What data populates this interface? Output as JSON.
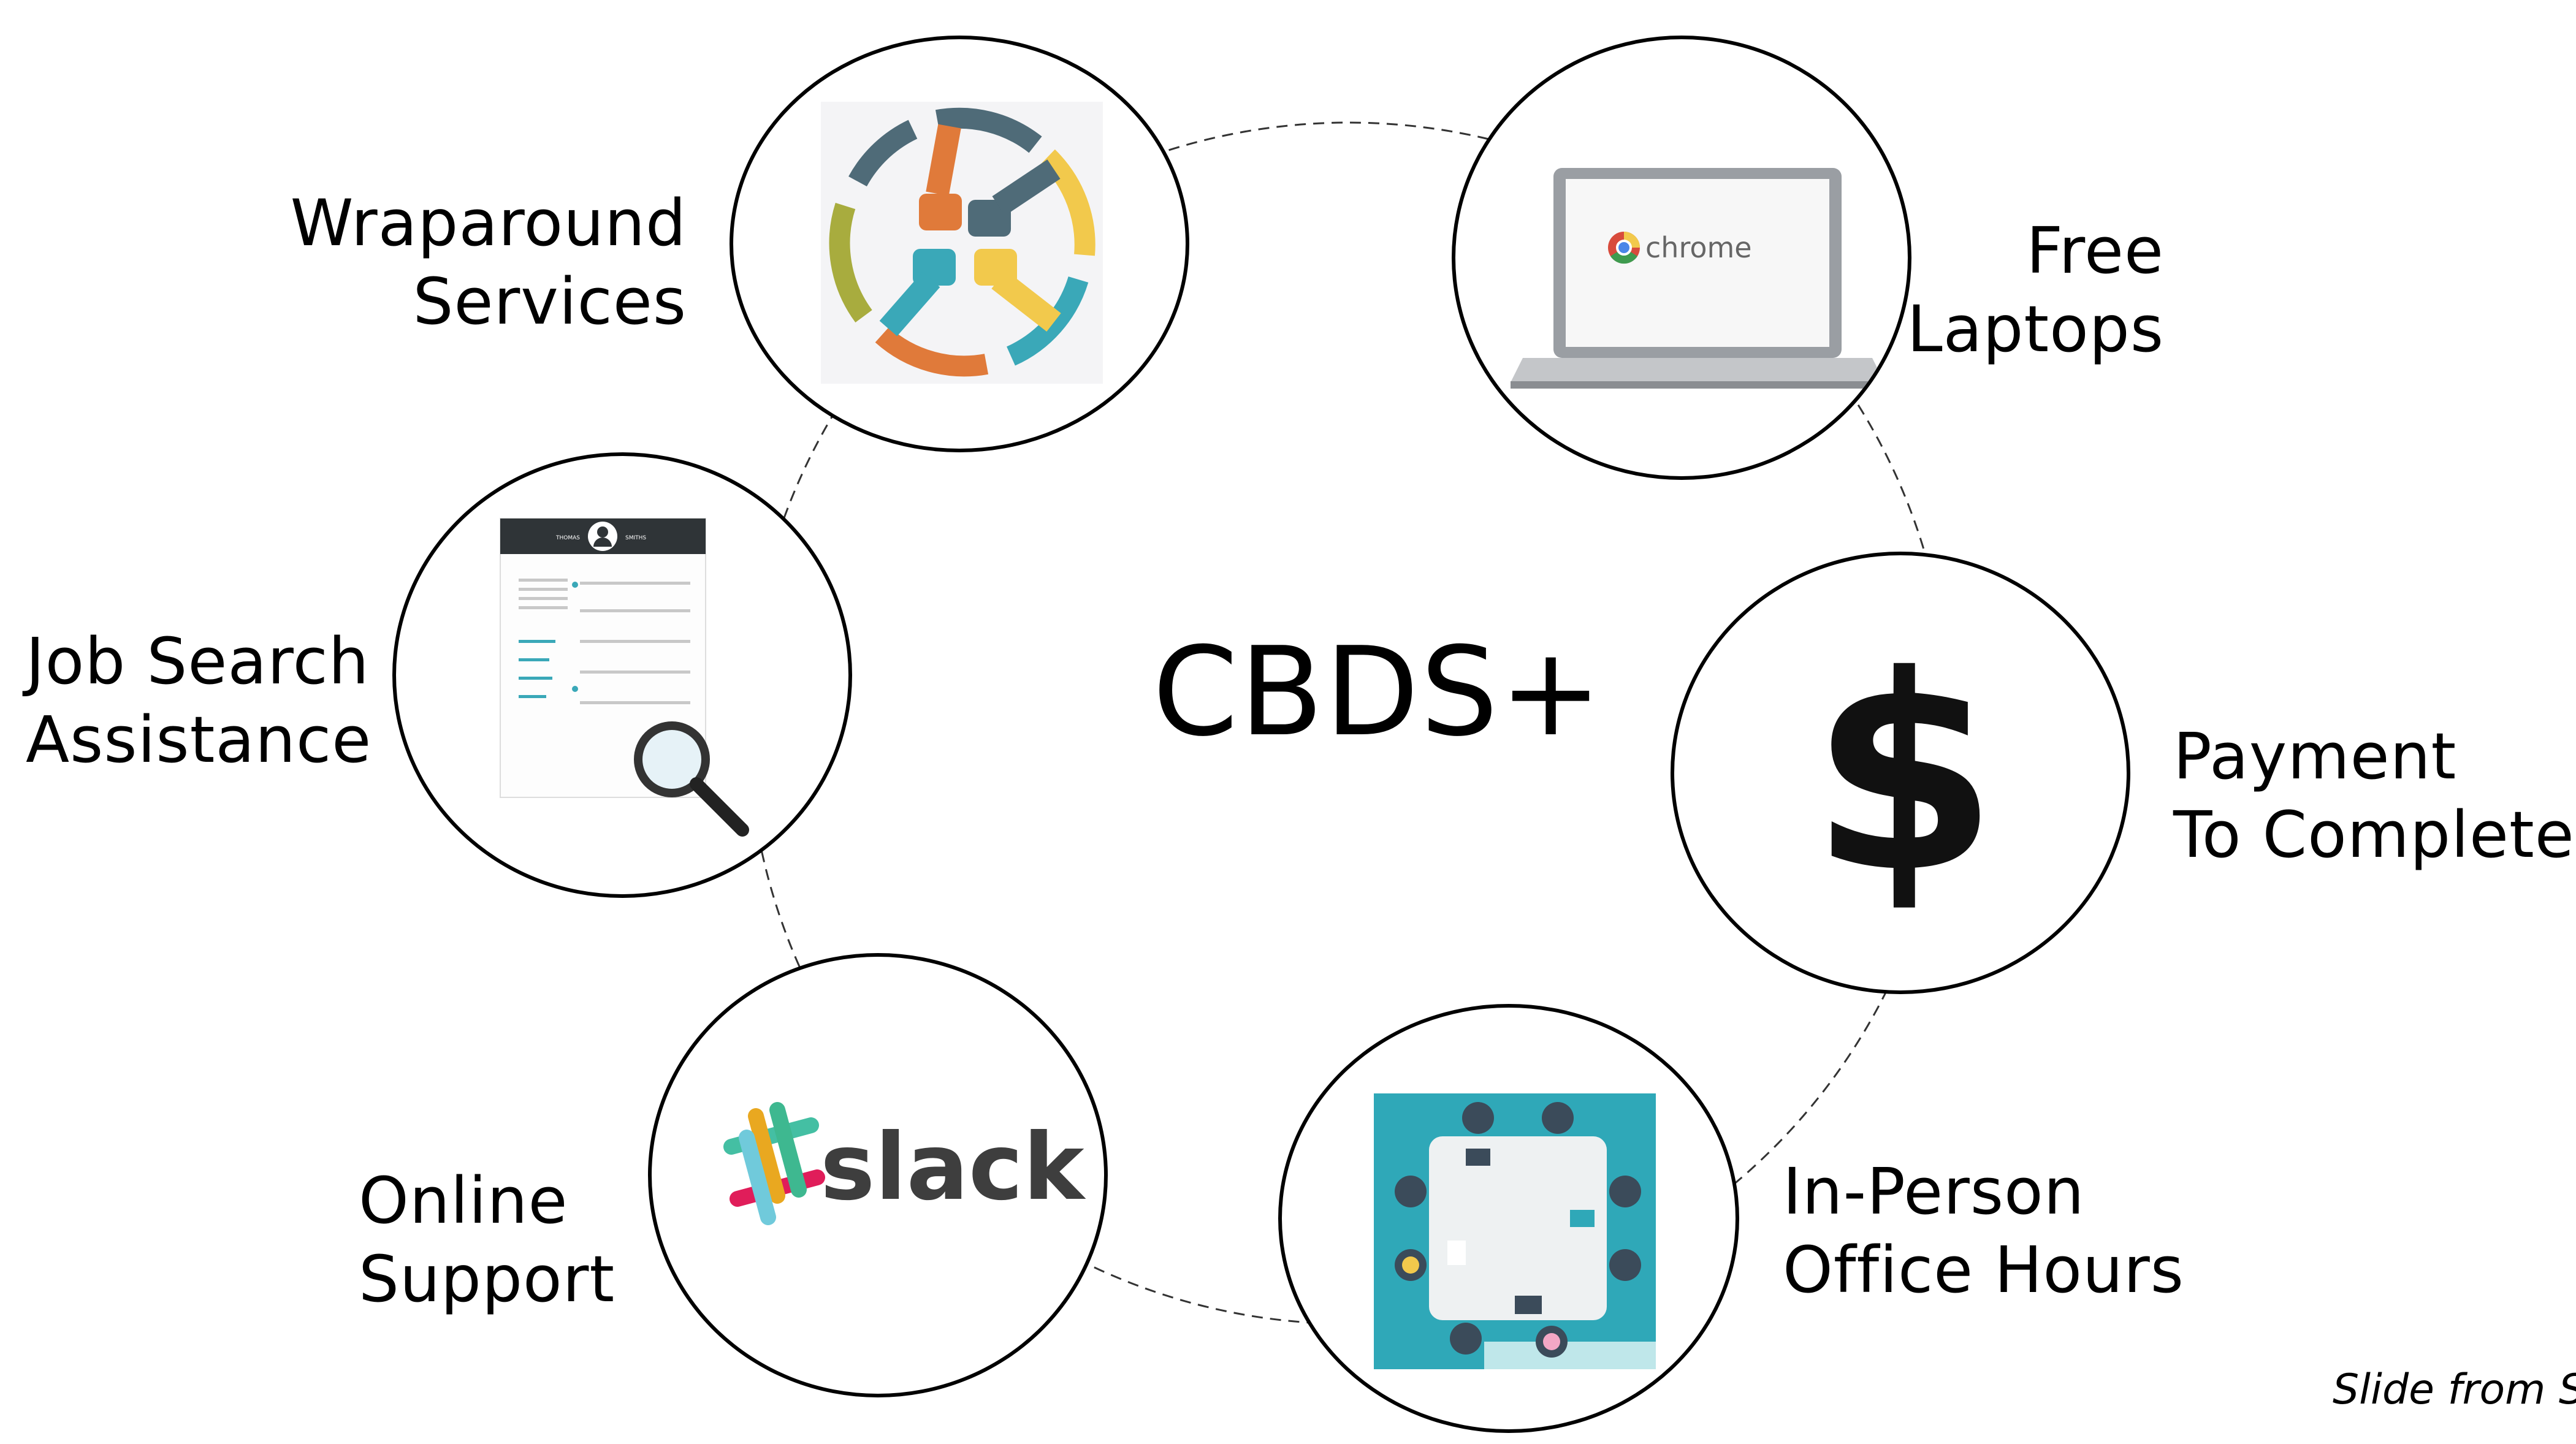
{
  "center_label": "CBDS+",
  "nodes": {
    "wraparound": {
      "lines": [
        "Wraparound",
        "Services"
      ],
      "icon": "hands-circle-icon"
    },
    "laptops": {
      "lines": [
        "Free",
        "Laptops"
      ],
      "icon": "laptop-icon",
      "screen_text": "chrome"
    },
    "payment": {
      "lines": [
        "Payment",
        "To Complete"
      ],
      "icon": "dollar-icon",
      "symbol": "$"
    },
    "office": {
      "lines": [
        "In-Person",
        "Office Hours"
      ],
      "icon": "meeting-table-icon"
    },
    "online": {
      "lines": [
        "Online",
        "Support"
      ],
      "icon": "slack-icon",
      "brand_text": "slack"
    },
    "job": {
      "lines": [
        "Job Search",
        "Assistance"
      ],
      "icon": "resume-magnifier-icon",
      "resume_name_left": "THOMAS",
      "resume_name_right": "SMITHS"
    }
  },
  "credit": "Slide from Sı",
  "colors": {
    "teal": "#3aa8b8",
    "olive": "#a8ac3e",
    "orange": "#e07a3a",
    "yellow": "#f2c94c",
    "slate": "#4f6b78",
    "slack_text": "#3e3e3e"
  }
}
